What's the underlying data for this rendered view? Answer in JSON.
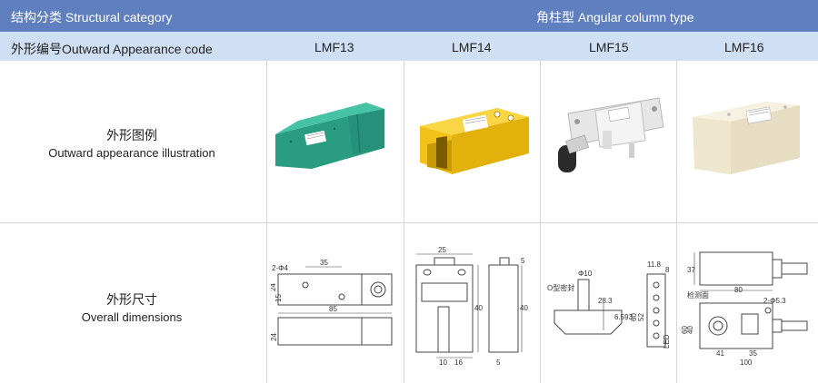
{
  "header": {
    "category_label": "结构分类 Structural category",
    "type_label": "角柱型 Angular column type"
  },
  "code_row": {
    "label": "外形编号Outward Appearance code",
    "codes": [
      "LMF13",
      "LMF14",
      "LMF15",
      "LMF16"
    ]
  },
  "appearance_row": {
    "label_cn": "外形图例",
    "label_en": "Outward appearance illustration"
  },
  "dimensions_row": {
    "label_cn": "外形尺寸",
    "label_en": "Overall dimensions"
  },
  "dims": {
    "lmf13": [
      "2-Φ4",
      "35",
      "24",
      "15",
      "85",
      "24"
    ],
    "lmf14": [
      "25",
      "5",
      "40",
      "40",
      "5",
      "10",
      "16"
    ],
    "lmf15": [
      "Φ10",
      "O型密封",
      "28.3",
      "6.593",
      "11.8",
      "8",
      "52",
      "60",
      "LED"
    ],
    "lmf16": [
      "37",
      "检测面",
      "80",
      "2-Φ5.3",
      "40",
      "60",
      "41",
      "35",
      "100"
    ]
  },
  "colors": {
    "header_bg": "#5f7fbe",
    "subheader_bg": "#cfe0f4",
    "lmf13_body": "#2fa88c",
    "lmf14_body": "#f2c21a",
    "lmf16_body": "#f3ecd8"
  }
}
